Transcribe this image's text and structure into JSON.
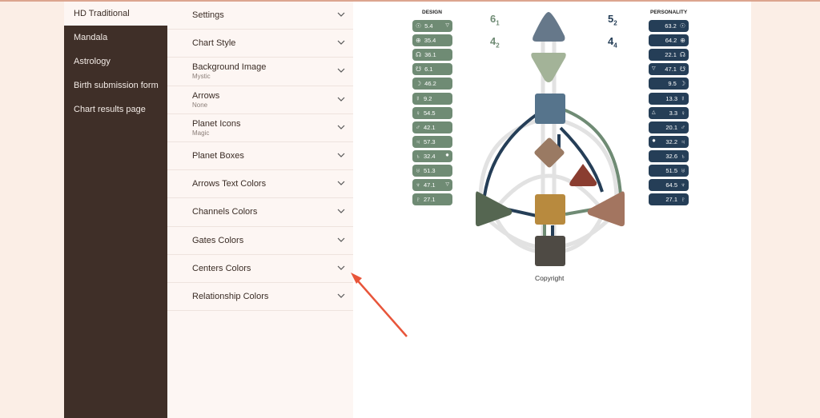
{
  "sidebar": {
    "items": [
      {
        "label": "HD Traditional",
        "active": true
      },
      {
        "label": "Mandala"
      },
      {
        "label": "Astrology"
      },
      {
        "label": "Birth submission form"
      },
      {
        "label": "Chart results page"
      }
    ]
  },
  "settings": {
    "sections": [
      {
        "title": "Settings"
      },
      {
        "title": "Chart Style"
      },
      {
        "title": "Background Image",
        "value": "Mystic"
      },
      {
        "title": "Arrows",
        "value": "None"
      },
      {
        "title": "Planet Icons",
        "value": "Magic"
      },
      {
        "title": "Planet Boxes"
      },
      {
        "title": "Arrows Text Colors"
      },
      {
        "title": "Channels Colors"
      },
      {
        "title": "Gates Colors"
      },
      {
        "title": "Centers Colors"
      },
      {
        "title": "Relationship Colors"
      }
    ]
  },
  "chart": {
    "design_label": "DESIGN",
    "personality_label": "PERSONALITY",
    "copyright": "Copyright",
    "design_numbers": {
      "top": "6",
      "top_sub": "1",
      "bottom": "4",
      "bottom_sub": "2"
    },
    "personality_numbers": {
      "top": "5",
      "top_sub": "2",
      "bottom": "4",
      "bottom_sub": "4"
    },
    "colors": {
      "design": "#6f8b74",
      "personality": "#253e57",
      "head": "#66788a",
      "ajna": "#a3b398",
      "throat": "#56748c",
      "g": "#9a7a63",
      "heart": "#8a3d30",
      "spleen": "#556651",
      "solar": "#a37560",
      "sacral": "#b88a3e",
      "root": "#4e4a44"
    },
    "design": [
      {
        "icon": "☉",
        "value": "5.4",
        "mark": "▽"
      },
      {
        "icon": "⊕",
        "value": "35.4"
      },
      {
        "icon": "☊",
        "value": "36.1"
      },
      {
        "icon": "☋",
        "value": "6.1"
      },
      {
        "icon": "☽",
        "value": "46.2"
      },
      {
        "icon": "☿",
        "value": "9.2"
      },
      {
        "icon": "♀",
        "value": "54.5"
      },
      {
        "icon": "♂",
        "value": "42.1"
      },
      {
        "icon": "♃",
        "value": "57.3"
      },
      {
        "icon": "♄",
        "value": "32.4",
        "mark": "✸"
      },
      {
        "icon": "♅",
        "value": "51.3"
      },
      {
        "icon": "♆",
        "value": "47.1",
        "mark": "▽"
      },
      {
        "icon": "♇",
        "value": "27.1"
      }
    ],
    "personality": [
      {
        "icon": "☉",
        "value": "63.2"
      },
      {
        "icon": "⊕",
        "value": "64.2"
      },
      {
        "icon": "☊",
        "value": "22.1"
      },
      {
        "icon": "☋",
        "value": "47.1",
        "mark": "▽"
      },
      {
        "icon": "☽",
        "value": "9.5"
      },
      {
        "icon": "☿",
        "value": "13.3"
      },
      {
        "icon": "♀",
        "value": "3.3",
        "mark": "△"
      },
      {
        "icon": "♂",
        "value": "20.1"
      },
      {
        "icon": "♃",
        "value": "32.2",
        "mark": "✸"
      },
      {
        "icon": "♄",
        "value": "32.6"
      },
      {
        "icon": "♅",
        "value": "51.5"
      },
      {
        "icon": "♆",
        "value": "64.5"
      },
      {
        "icon": "♇",
        "value": "27.1"
      }
    ]
  }
}
